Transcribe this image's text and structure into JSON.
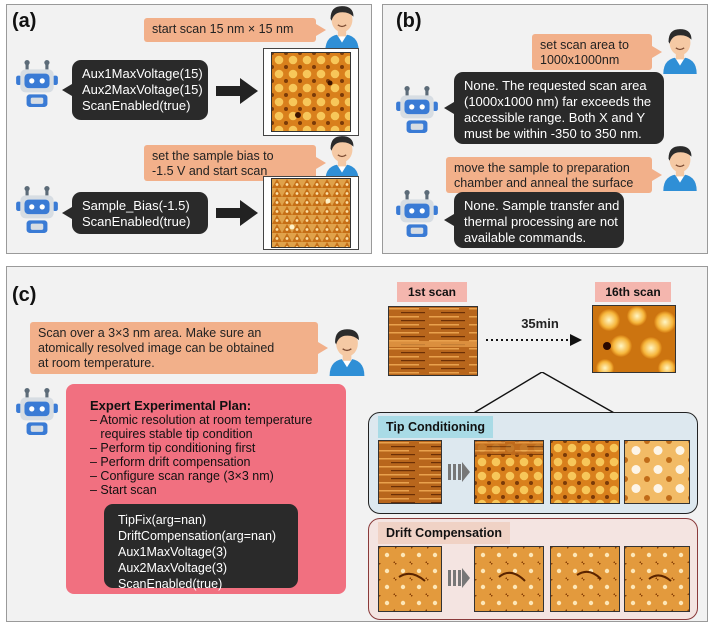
{
  "panels": {
    "a": {
      "label": "(a)"
    },
    "b": {
      "label": "(b)"
    },
    "c": {
      "label": "(c)"
    }
  },
  "a": {
    "user1": "start scan 15 nm × 15 nm",
    "bot1": [
      "Aux1MaxVoltage(15)",
      "Aux2MaxVoltage(15)",
      "ScanEnabled(true)"
    ],
    "user2": [
      "set the sample bias to",
      "-1.5 V and start scan"
    ],
    "bot2": [
      "Sample_Bias(-1.5)",
      "ScanEnabled(true)"
    ]
  },
  "b": {
    "user1": [
      "set scan area to",
      "1000x1000nm"
    ],
    "bot1": [
      "None. The requested scan area",
      "(1000x1000 nm) far exceeds the",
      "accessible range. Both X and Y",
      "must be within -350 to 350 nm."
    ],
    "user2": [
      "move the sample to preparation",
      "chamber and anneal the surface"
    ],
    "bot2": [
      "None. Sample transfer and",
      "thermal processing are not",
      "available commands."
    ]
  },
  "c": {
    "user": [
      "Scan over a 3×3 nm area. Make sure an",
      "atomically resolved image can be obtained",
      "at room temperature."
    ],
    "plan_title": "Expert Experimental Plan:",
    "plan_items": [
      "– Atomic resolution at room temperature",
      "   requires stable tip condition",
      "– Perform tip conditioning first",
      "– Perform drift compensation",
      "– Configure scan range (3×3 nm)",
      "– Start scan"
    ],
    "commands": [
      "TipFix(arg=nan)",
      "DriftCompensation(arg=nan)",
      "Aux1MaxVoltage(3)",
      "Aux2MaxVoltage(3)",
      "ScanEnabled(true)"
    ],
    "scan_first": "1st scan",
    "scan_last": "16th scan",
    "duration": "35min",
    "tip_conditioning": "Tip Conditioning",
    "drift_compensation": "Drift Compensation"
  },
  "colors": {
    "user_bubble": "#f2b08a",
    "bot_bubble": "#2a2a2a",
    "plan_box": "#f17080",
    "tip_box_bg": "#dde8ef",
    "tip_tag": "#a9dbe6",
    "drift_box_bg": "#f4e4e1",
    "drift_tag": "#f0d2c5",
    "scan_tag": "#f4b6ae"
  },
  "icons": [
    "user-avatar-icon",
    "robot-icon",
    "arrow-right-icon",
    "double-chevron-icon",
    "dotted-arrow-icon"
  ]
}
